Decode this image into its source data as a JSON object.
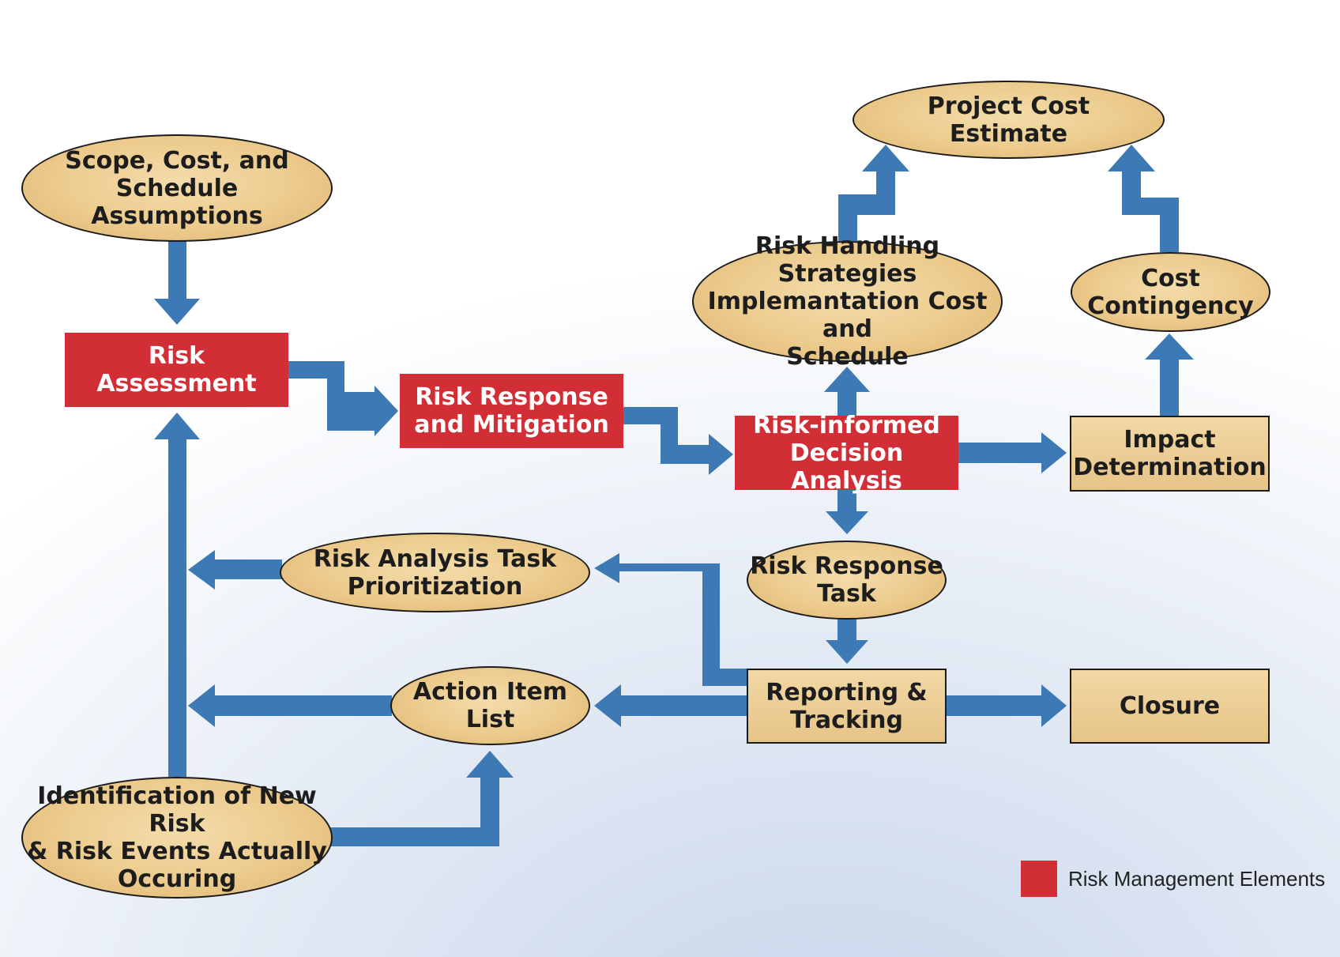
{
  "colors": {
    "risk_management_element": "#d12e35",
    "process_node": "#ecca8c",
    "arrow": "#3d7ab5"
  },
  "nodes": {
    "scope_cost_schedule": "Scope, Cost, and Schedule\nAssumptions",
    "risk_assessment": "Risk\nAssessment",
    "risk_response_mitigation": "Risk Response\nand Mitigation",
    "risk_informed_decision": "Risk-informed\nDecision Analysis",
    "project_cost_estimate": "Project Cost\nEstimate",
    "risk_handling_strategies": "Risk Handling Strategies\nImplemantation Cost and\nSchedule",
    "cost_contingency": "Cost\nContingency",
    "impact_determination": "Impact\nDetermination",
    "risk_analysis_task_prioritization": "Risk Analysis Task\nPrioritization",
    "risk_response_task": "Risk Response\nTask",
    "action_item_list": "Action Item\nList",
    "reporting_tracking": "Reporting &\nTracking",
    "closure": "Closure",
    "identification_new_risk": "Identification of New Risk\n& Risk Events Actually\nOccuring"
  },
  "legend": {
    "label": "Risk Management Elements"
  }
}
